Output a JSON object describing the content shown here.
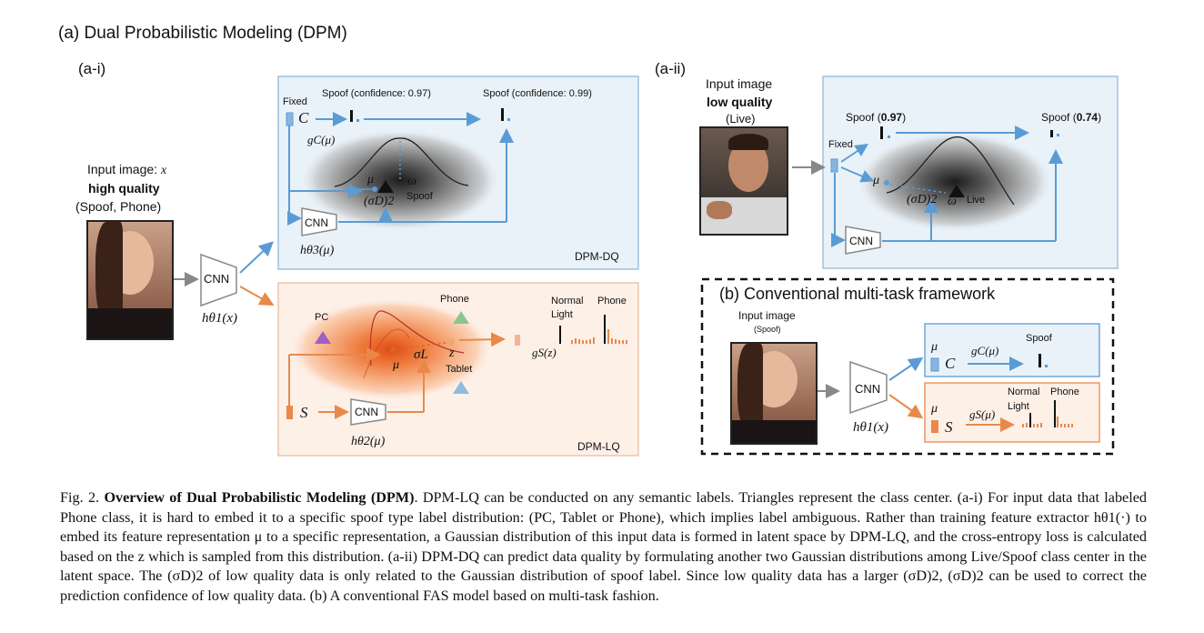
{
  "title": "(a) Dual Probabilistic Modeling (DPM)",
  "ai_label": "(a-i)",
  "aii_label": "(a-ii)",
  "input_left": {
    "line1": "Input image: ",
    "var": "x",
    "line2": "high quality",
    "line3": "(Spoof, Phone)"
  },
  "cnn_label": "CNN",
  "h1_label": "hθ1(x)",
  "dq_panel": {
    "fixed": "Fixed",
    "c_symbol": "C",
    "spoof_conf_left": "Spoof (confidence: 0.97)",
    "spoof_conf_right": "Spoof (confidence: 0.99)",
    "gc": "gC(μ)",
    "mu": "μ",
    "omega": "ω",
    "sigma": "(σD)2",
    "spoof": "Spoof",
    "cnn": "CNN",
    "h3": "hθ3(μ)",
    "name": "DPM-DQ"
  },
  "lq_panel": {
    "pc": "PC",
    "phone": "Phone",
    "tablet": "Tablet",
    "mu": "μ",
    "sigma_l": "σL",
    "z": "z",
    "gs": "gS(z)",
    "normal": "Normal",
    "light": "Light",
    "phone_bar": "Phone",
    "s_symbol": "S",
    "cnn": "CNN",
    "h2": "hθ2(μ)",
    "name": "DPM-LQ"
  },
  "aii": {
    "input_line1": "Input image",
    "input_line2": "low quality",
    "input_line3": "(Live)",
    "fixed": "Fixed",
    "spoof_left_label": "Spoof (",
    "spoof_left_value": "0.97",
    "spoof_right_label": "Spoof (",
    "spoof_right_value": "0.74",
    "close": ")",
    "mu": "μ",
    "omega": "ω",
    "sigma": "(σD)2",
    "live": "Live",
    "cnn": "CNN"
  },
  "b": {
    "title": "(b) Conventional multi-task framework",
    "input_line1": "Input image",
    "input_line2": "(Spoof)",
    "cnn": "CNN",
    "h1": "hθ1(x)",
    "mu": "μ",
    "c_symbol": "C",
    "gc": "gC(μ)",
    "spoof": "Spoof",
    "s_symbol": "S",
    "gs": "gS(μ)",
    "normal": "Normal",
    "light": "Light",
    "phone": "Phone"
  },
  "colors": {
    "blue": "#5a9bd5",
    "orange": "#e8894a",
    "blue_panel": "#e9f2f8",
    "orange_panel": "#fdf0e7"
  },
  "caption": {
    "fig": "Fig. 2.",
    "bold": "Overview of Dual Probabilistic Modeling (DPM)",
    "text": ". DPM-LQ can be conducted on any semantic labels. Triangles represent the class center. (a-i) For input data that labeled Phone class, it is hard to embed it to a specific spoof type label distribution: (PC, Tablet or Phone), which implies label ambiguous. Rather than training feature extractor hθ1(·) to embed its feature representation μ to a specific representation, a Gaussian distribution of this input data is formed in latent space by DPM-LQ, and the cross-entropy loss is calculated based on the z which is sampled from this distribution. (a-ii) DPM-DQ can predict data quality by formulating another two Gaussian distributions among Live/Spoof class center in the latent space. The (σD)2 of low quality data is only related to the Gaussian distribution of spoof label. Since low quality data has a larger (σD)2, (σD)2 can be used to correct the prediction confidence of low quality data. (b) A conventional FAS model based on multi-task fashion."
  }
}
